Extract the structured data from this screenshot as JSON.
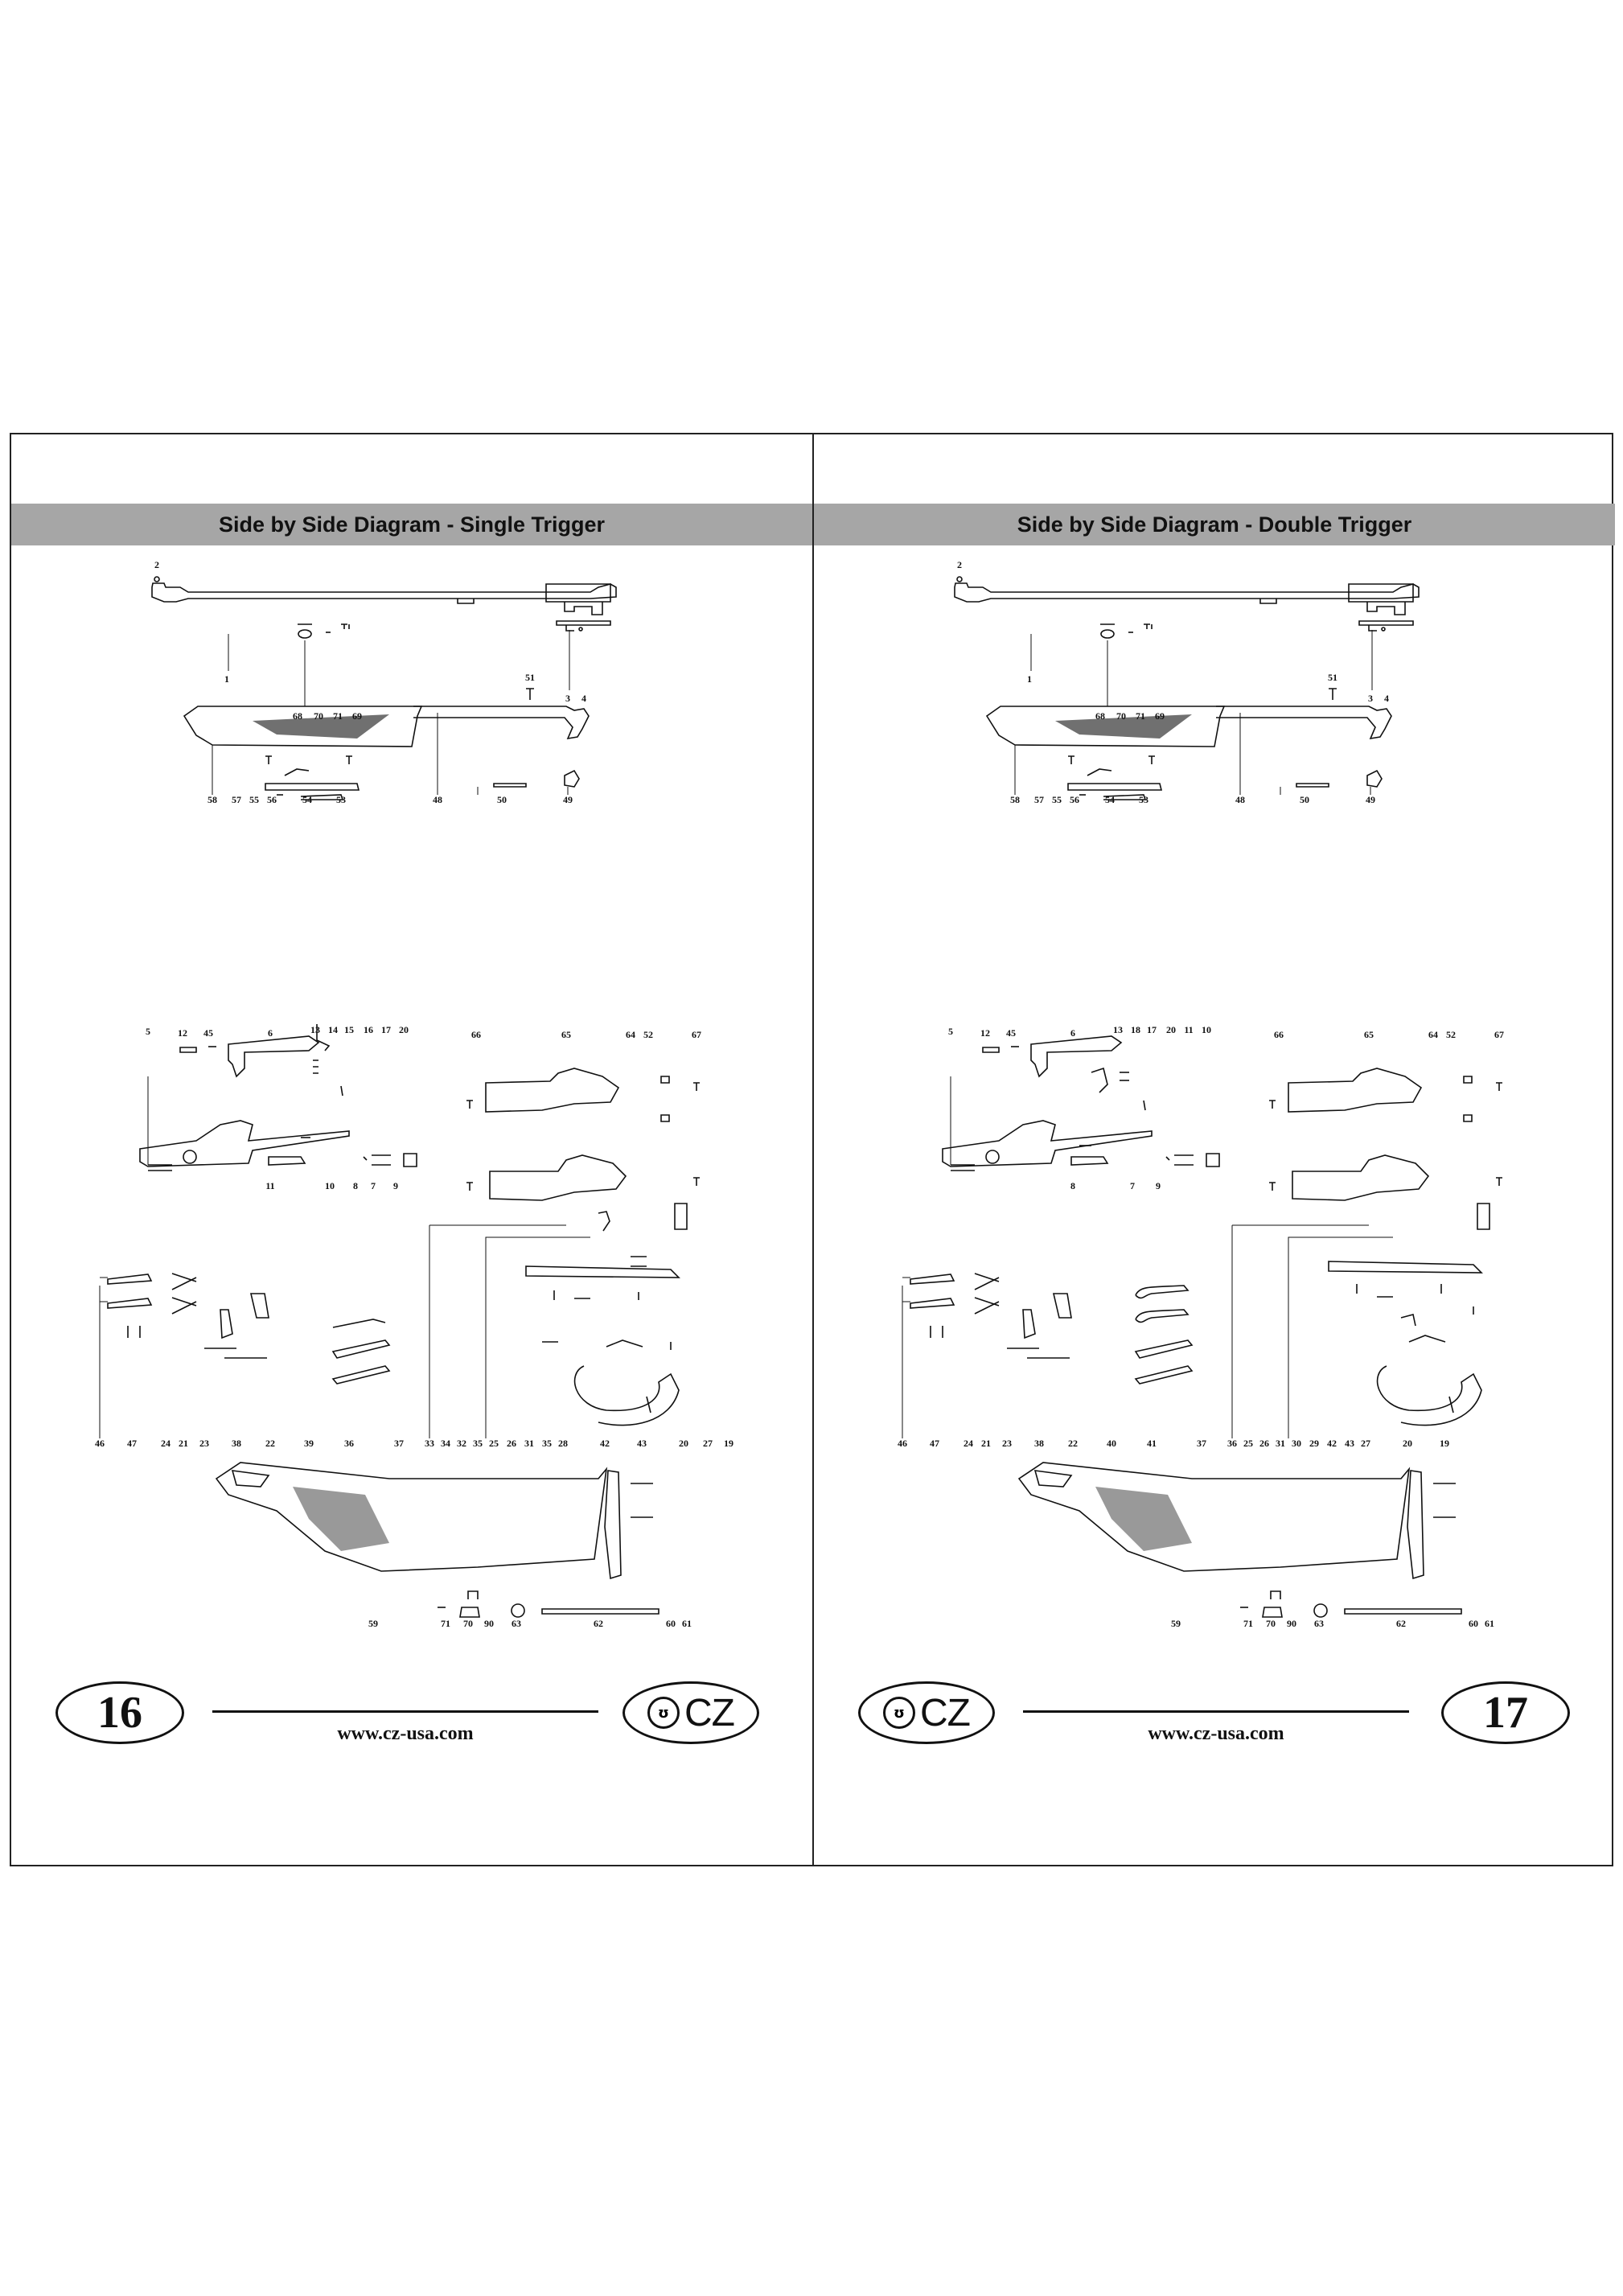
{
  "left_page": {
    "title": "Side by Side Diagram - Single Trigger",
    "page_number": "16",
    "url": "www.cz-usa.com",
    "logo_text": "CZ",
    "part_labels": {
      "barrel": [
        "2",
        "1",
        "3",
        "4"
      ],
      "rib_parts": [
        "68",
        "70",
        "71",
        "69"
      ],
      "forend": [
        "51",
        "58",
        "57",
        "55",
        "56",
        "54",
        "53",
        "48",
        "50",
        "49"
      ],
      "action": [
        "5",
        "12",
        "45",
        "6",
        "13",
        "14",
        "15",
        "16",
        "17",
        "20",
        "11",
        "10",
        "8",
        "7",
        "9"
      ],
      "side_plates": [
        "66",
        "65",
        "64",
        "52",
        "67"
      ],
      "trigger_group": [
        "46",
        "47",
        "24",
        "21",
        "23",
        "38",
        "22",
        "39",
        "36",
        "37",
        "33",
        "34",
        "32",
        "35",
        "25",
        "26",
        "31",
        "35",
        "28",
        "42",
        "43",
        "20",
        "27",
        "19"
      ],
      "stock": [
        "59",
        "71",
        "70",
        "90",
        "63",
        "62",
        "60",
        "61"
      ]
    }
  },
  "right_page": {
    "title": "Side by Side Diagram - Double Trigger",
    "page_number": "17",
    "url": "www.cz-usa.com",
    "logo_text": "CZ",
    "part_labels": {
      "barrel": [
        "2",
        "1",
        "3",
        "4"
      ],
      "rib_parts": [
        "68",
        "70",
        "71",
        "69"
      ],
      "forend": [
        "51",
        "58",
        "57",
        "55",
        "56",
        "54",
        "53",
        "48",
        "50",
        "49"
      ],
      "action": [
        "5",
        "12",
        "45",
        "6",
        "13",
        "18",
        "17",
        "20",
        "11",
        "10",
        "8",
        "7",
        "9"
      ],
      "side_plates": [
        "66",
        "65",
        "64",
        "52",
        "67"
      ],
      "trigger_group": [
        "46",
        "47",
        "24",
        "21",
        "23",
        "38",
        "22",
        "40",
        "41",
        "37",
        "36",
        "25",
        "26",
        "31",
        "30",
        "29",
        "42",
        "43",
        "27",
        "20",
        "19"
      ],
      "stock": [
        "59",
        "71",
        "70",
        "90",
        "63",
        "62",
        "60",
        "61"
      ]
    }
  }
}
